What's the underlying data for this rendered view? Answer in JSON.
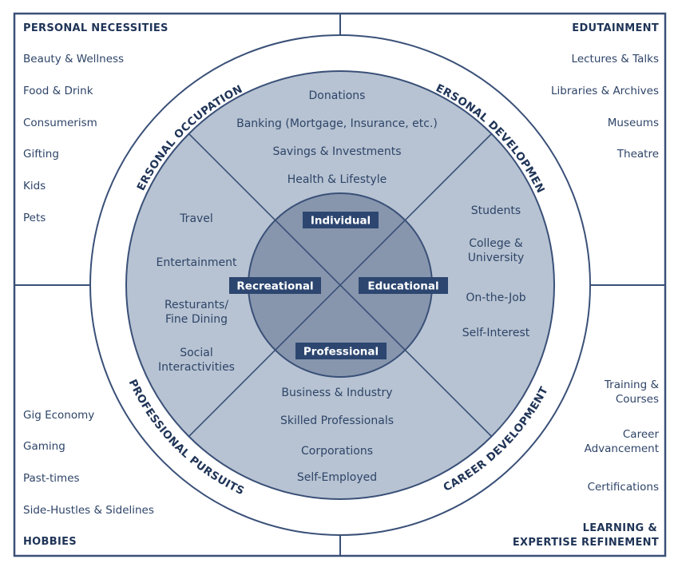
{
  "colors": {
    "frame": "#3a5078",
    "outer_disk": "#ffffff",
    "wedge_fill": "#b7c3d2",
    "inner_circle": "#8796ad",
    "label_bg": "#2c4670",
    "text": "#2e4468",
    "heading": "#1f3457"
  },
  "corners": {
    "top_left": {
      "heading": "PERSONAL NECESSITIES",
      "items": [
        "Beauty & Wellness",
        "Food & Drink",
        "Consumerism",
        "Gifting",
        "Kids",
        "Pets"
      ]
    },
    "top_right": {
      "heading": "EDUTAINMENT",
      "items": [
        "Lectures & Talks",
        "Libraries & Archives",
        "Museums",
        "Theatre"
      ]
    },
    "bottom_left": {
      "heading": "HOBBIES",
      "items": [
        "Gig Economy",
        "Gaming",
        "Past-times",
        "Side-Hustles & Sidelines"
      ]
    },
    "bottom_right": {
      "heading_lines": [
        "LEARNING &",
        "EXPERTISE REFINEMENT"
      ],
      "items": [
        [
          "Training &",
          "Courses"
        ],
        [
          "Career",
          "Advancement"
        ],
        [
          "Certifications"
        ]
      ]
    }
  },
  "ring": {
    "top_left": "PERSONAL OCCUPATIONS",
    "top_right": "PERSONAL DEVELOPMENT",
    "bottom_left": "PROFESSIONAL PURSUITS",
    "bottom_right": "CAREER DEVELOPMENT"
  },
  "wedges": {
    "top": [
      "Donations",
      "Banking (Mortgage, Insurance, etc.)",
      "Savings & Investments",
      "Health & Lifestyle"
    ],
    "left": [
      [
        "Travel"
      ],
      [
        "Entertainment"
      ],
      [
        "Resturants/",
        "Fine Dining"
      ],
      [
        "Social",
        "Interactivities"
      ]
    ],
    "right": [
      [
        "Students"
      ],
      [
        "College &",
        "University"
      ],
      [
        "On-the-Job"
      ],
      [
        "Self-Interest"
      ]
    ],
    "bottom": [
      "Business & Industry",
      "Skilled Professionals",
      "Corporations",
      "Self-Employed"
    ]
  },
  "center_labels": {
    "top": "Individual",
    "left": "Recreational",
    "right": "Educational",
    "bottom": "Professional"
  }
}
